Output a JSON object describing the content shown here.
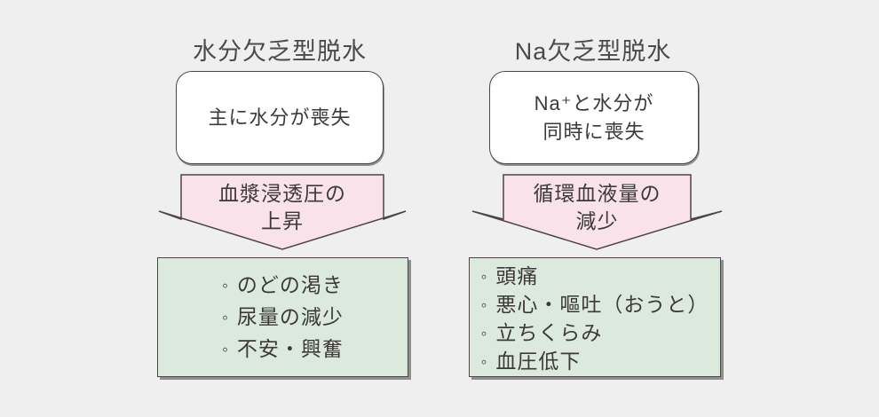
{
  "bullet": "◦",
  "colors": {
    "background": "#efefef",
    "arrow_fill": "#f9e2ea",
    "result_fill": "#dceadd",
    "outline": "#4d4545",
    "shadow": "#8f8f8f",
    "text": "#3d3939",
    "title_text": "#4a4a4a"
  },
  "columns": {
    "left": {
      "title": "水分欠乏型脱水",
      "cause": "主に水分が喪失",
      "mechanism": {
        "line1": "血漿浸透圧の",
        "line2": "上昇"
      },
      "symptoms": [
        "のどの渇き",
        "尿量の減少",
        "不安・興奮"
      ]
    },
    "right": {
      "title": "Na欠乏型脱水",
      "cause": {
        "line1": "Na⁺と水分が",
        "line2": "同時に喪失"
      },
      "mechanism": {
        "line1": "循環血液量の",
        "line2": "減少"
      },
      "symptoms": [
        "頭痛",
        "悪心・嘔吐（おうと）",
        "立ちくらみ",
        "血圧低下"
      ]
    }
  }
}
